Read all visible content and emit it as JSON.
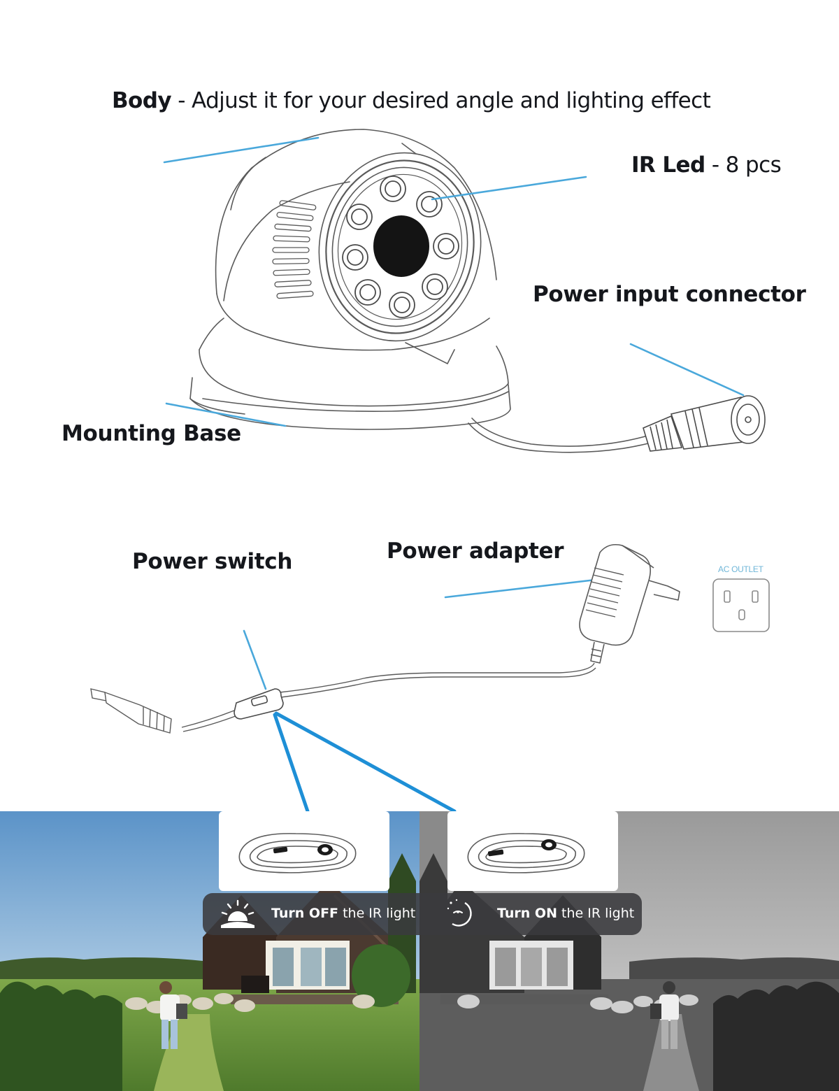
{
  "labels": {
    "body": {
      "bold": "Body",
      "rest": " - Adjust it for your desired angle and lighting effect"
    },
    "ir_led": {
      "bold": "IR Led",
      "rest": " - 8 pcs"
    },
    "power_input": "Power input connector",
    "mounting_base": "Mounting Base",
    "power_switch": "Power switch",
    "power_adapter": "Power adapter",
    "ac_outlet": "AC OUTLET"
  },
  "ir_banner": {
    "off": {
      "bold": "Turn OFF",
      "rest": " the IR light",
      "icon": "sun-icon"
    },
    "on": {
      "bold": "Turn ON",
      "rest": " the IR light",
      "icon": "moon-icon"
    }
  },
  "colors": {
    "leader_line": "#4aa8db",
    "switch_arrow": "#1e8fd6",
    "outline": "#5a5a5a",
    "lens": "#141414",
    "banner_bg": "#3a3a3e"
  }
}
